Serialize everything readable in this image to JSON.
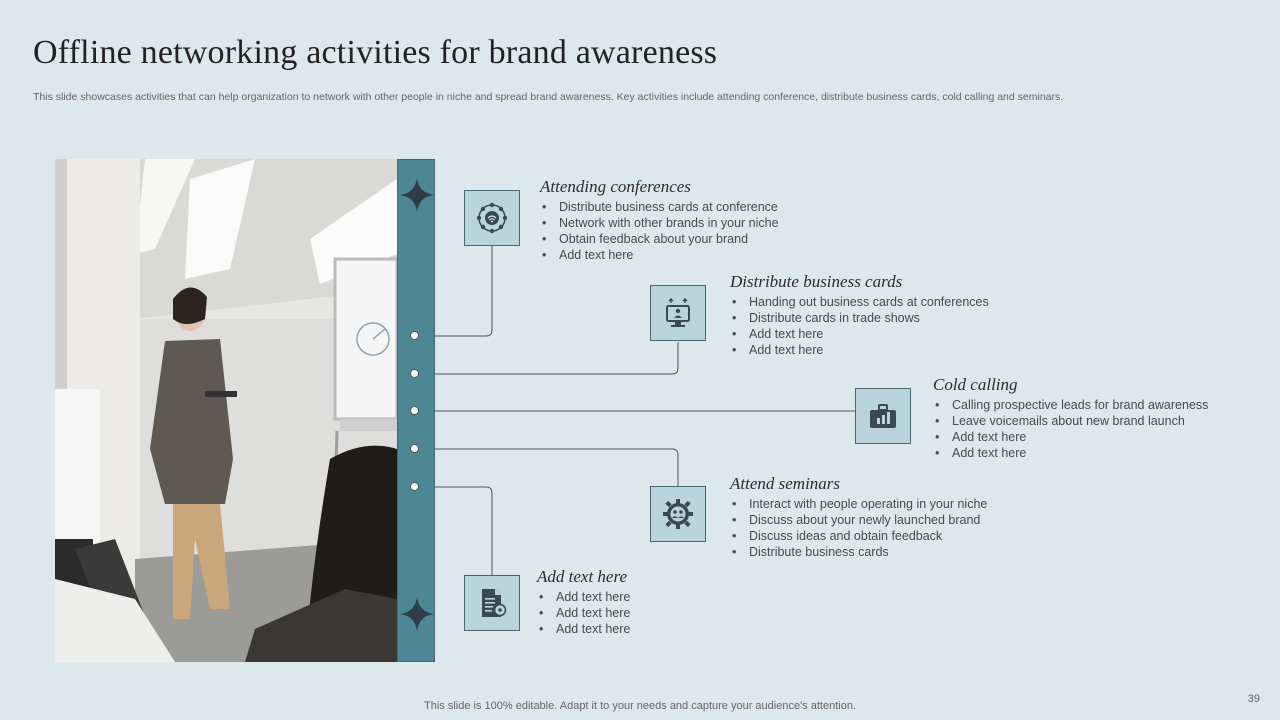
{
  "slide": {
    "title": "Offline networking activities for brand awareness",
    "subtitle": "This slide showcases activities that can help organization to network with other people in niche and spread brand awareness. Key activities include attending conference, distribute business cards, cold calling and seminars.",
    "footer": "This slide is 100% editable. Adapt it to your needs and capture your audience's attention.",
    "page_number": "39"
  },
  "photo": {
    "subject": "presenter-at-whiteboard"
  },
  "accent_colors": {
    "bar": "#4d8794",
    "icon_bg": "#b9d4db",
    "background": "#dde8ec"
  },
  "activities": [
    {
      "icon": "network-globe-icon",
      "heading": "Attending conferences",
      "bullets": [
        "Distribute business cards at conference",
        "Network with other brands in your niche",
        "Obtain feedback about your brand",
        "Add text here"
      ]
    },
    {
      "icon": "presentation-screen-icon",
      "heading": "Distribute business cards",
      "bullets": [
        "Handing out business cards at conferences",
        "Distribute cards in trade shows",
        "Add text here",
        "Add text here"
      ]
    },
    {
      "icon": "briefcase-icon",
      "heading": "Cold calling",
      "bullets": [
        "Calling prospective leads for brand awareness",
        "Leave voicemails about new brand launch",
        "Add text here",
        "Add text here"
      ]
    },
    {
      "icon": "gear-people-icon",
      "heading": "Attend seminars",
      "bullets": [
        "Interact with people operating in your niche",
        "Discuss about your newly launched brand",
        "Discuss ideas and obtain feedback",
        "Distribute business cards"
      ]
    },
    {
      "icon": "document-settings-icon",
      "heading": "Add text here",
      "bullets": [
        "Add text here",
        "Add text here",
        "Add text here"
      ]
    }
  ]
}
